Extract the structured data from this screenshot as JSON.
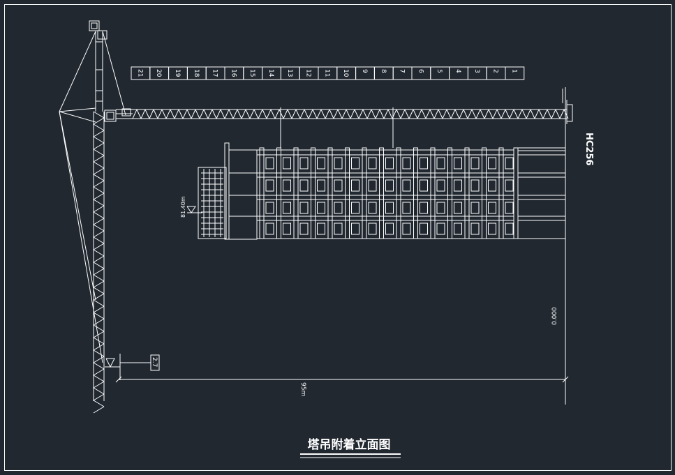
{
  "drawing": {
    "title": "塔吊附着立面图",
    "crane_model_label": "HC256",
    "building_height_label": "81.40m",
    "ground_level_label": "0.000",
    "base_level_label": "2.7",
    "span_label": "95m",
    "segment_numbers": [
      "21",
      "20",
      "19",
      "18",
      "17",
      "16",
      "15",
      "14",
      "13",
      "12",
      "11",
      "10",
      "9",
      "8",
      "7",
      "6",
      "5",
      "4",
      "3",
      "2",
      "1"
    ]
  },
  "colors": {
    "background": "#212830",
    "line": "#ffffff"
  }
}
